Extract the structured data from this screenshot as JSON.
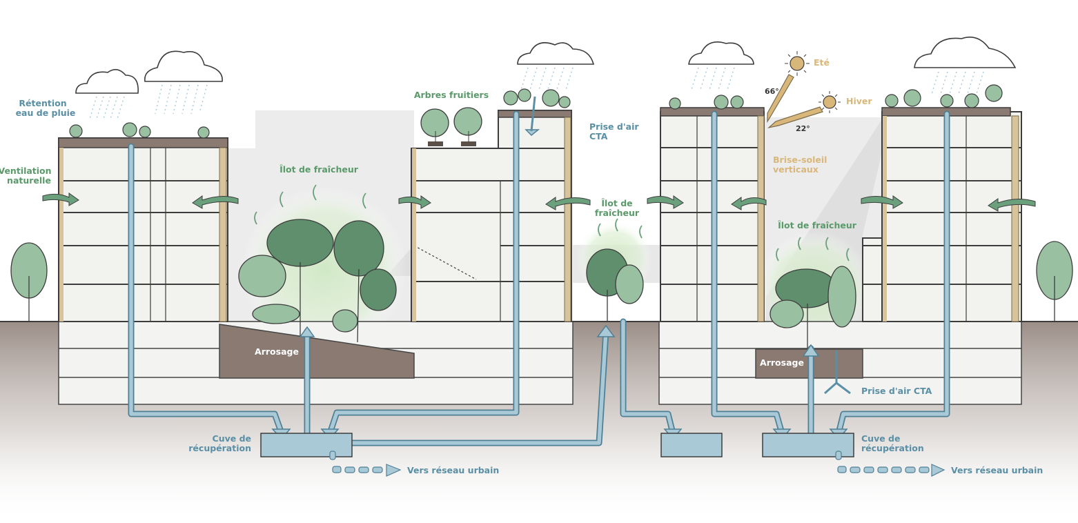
{
  "colors": {
    "water": "#a9c9d6",
    "water_stroke": "#4f7f95",
    "green_label": "#5a9a6a",
    "blue_label": "#5a8fa5",
    "sun_label": "#d9b77a",
    "ground": "#8a7a72",
    "sky_wash": "#e6e6e6",
    "timber": "#d8c49c",
    "floor": "#f2f2ef",
    "tree_dark": "#5f8f6d",
    "tree_light": "#9ac0a2",
    "glow": "#cfe8c3"
  },
  "labels": {
    "retention_line1": "Rétention",
    "retention_line2": "eau de pluie",
    "ventilation_line1": "Ventilation",
    "ventilation_line2": "naturelle",
    "ilot_left": "Îlot de fraîcheur",
    "arbres_fruitiers": "Arbres fruitiers",
    "prise_air_line1": "Prise d'air",
    "prise_air_line2": "CTA",
    "ilot_mid_line1": "Îlot de",
    "ilot_mid_line2": "fraîcheur",
    "ete": "Eté",
    "hiver": "Hiver",
    "angle_summer": "66°",
    "angle_winter": "22°",
    "brise_soleil_line1": "Brise-soleil",
    "brise_soleil_line2": "verticaux",
    "ilot_right": "Îlot de fraîcheur",
    "arrosage_left": "Arrosage",
    "arrosage_right": "Arrosage",
    "cuve_left_line1": "Cuve de",
    "cuve_left_line2": "récupération",
    "cuve_right_line1": "Cuve de",
    "cuve_right_line2": "récupération",
    "reseau_left": "Vers réseau urbain",
    "reseau_right": "Vers réseau urbain",
    "prise_air_cta_right": "Prise d'air CTA"
  }
}
